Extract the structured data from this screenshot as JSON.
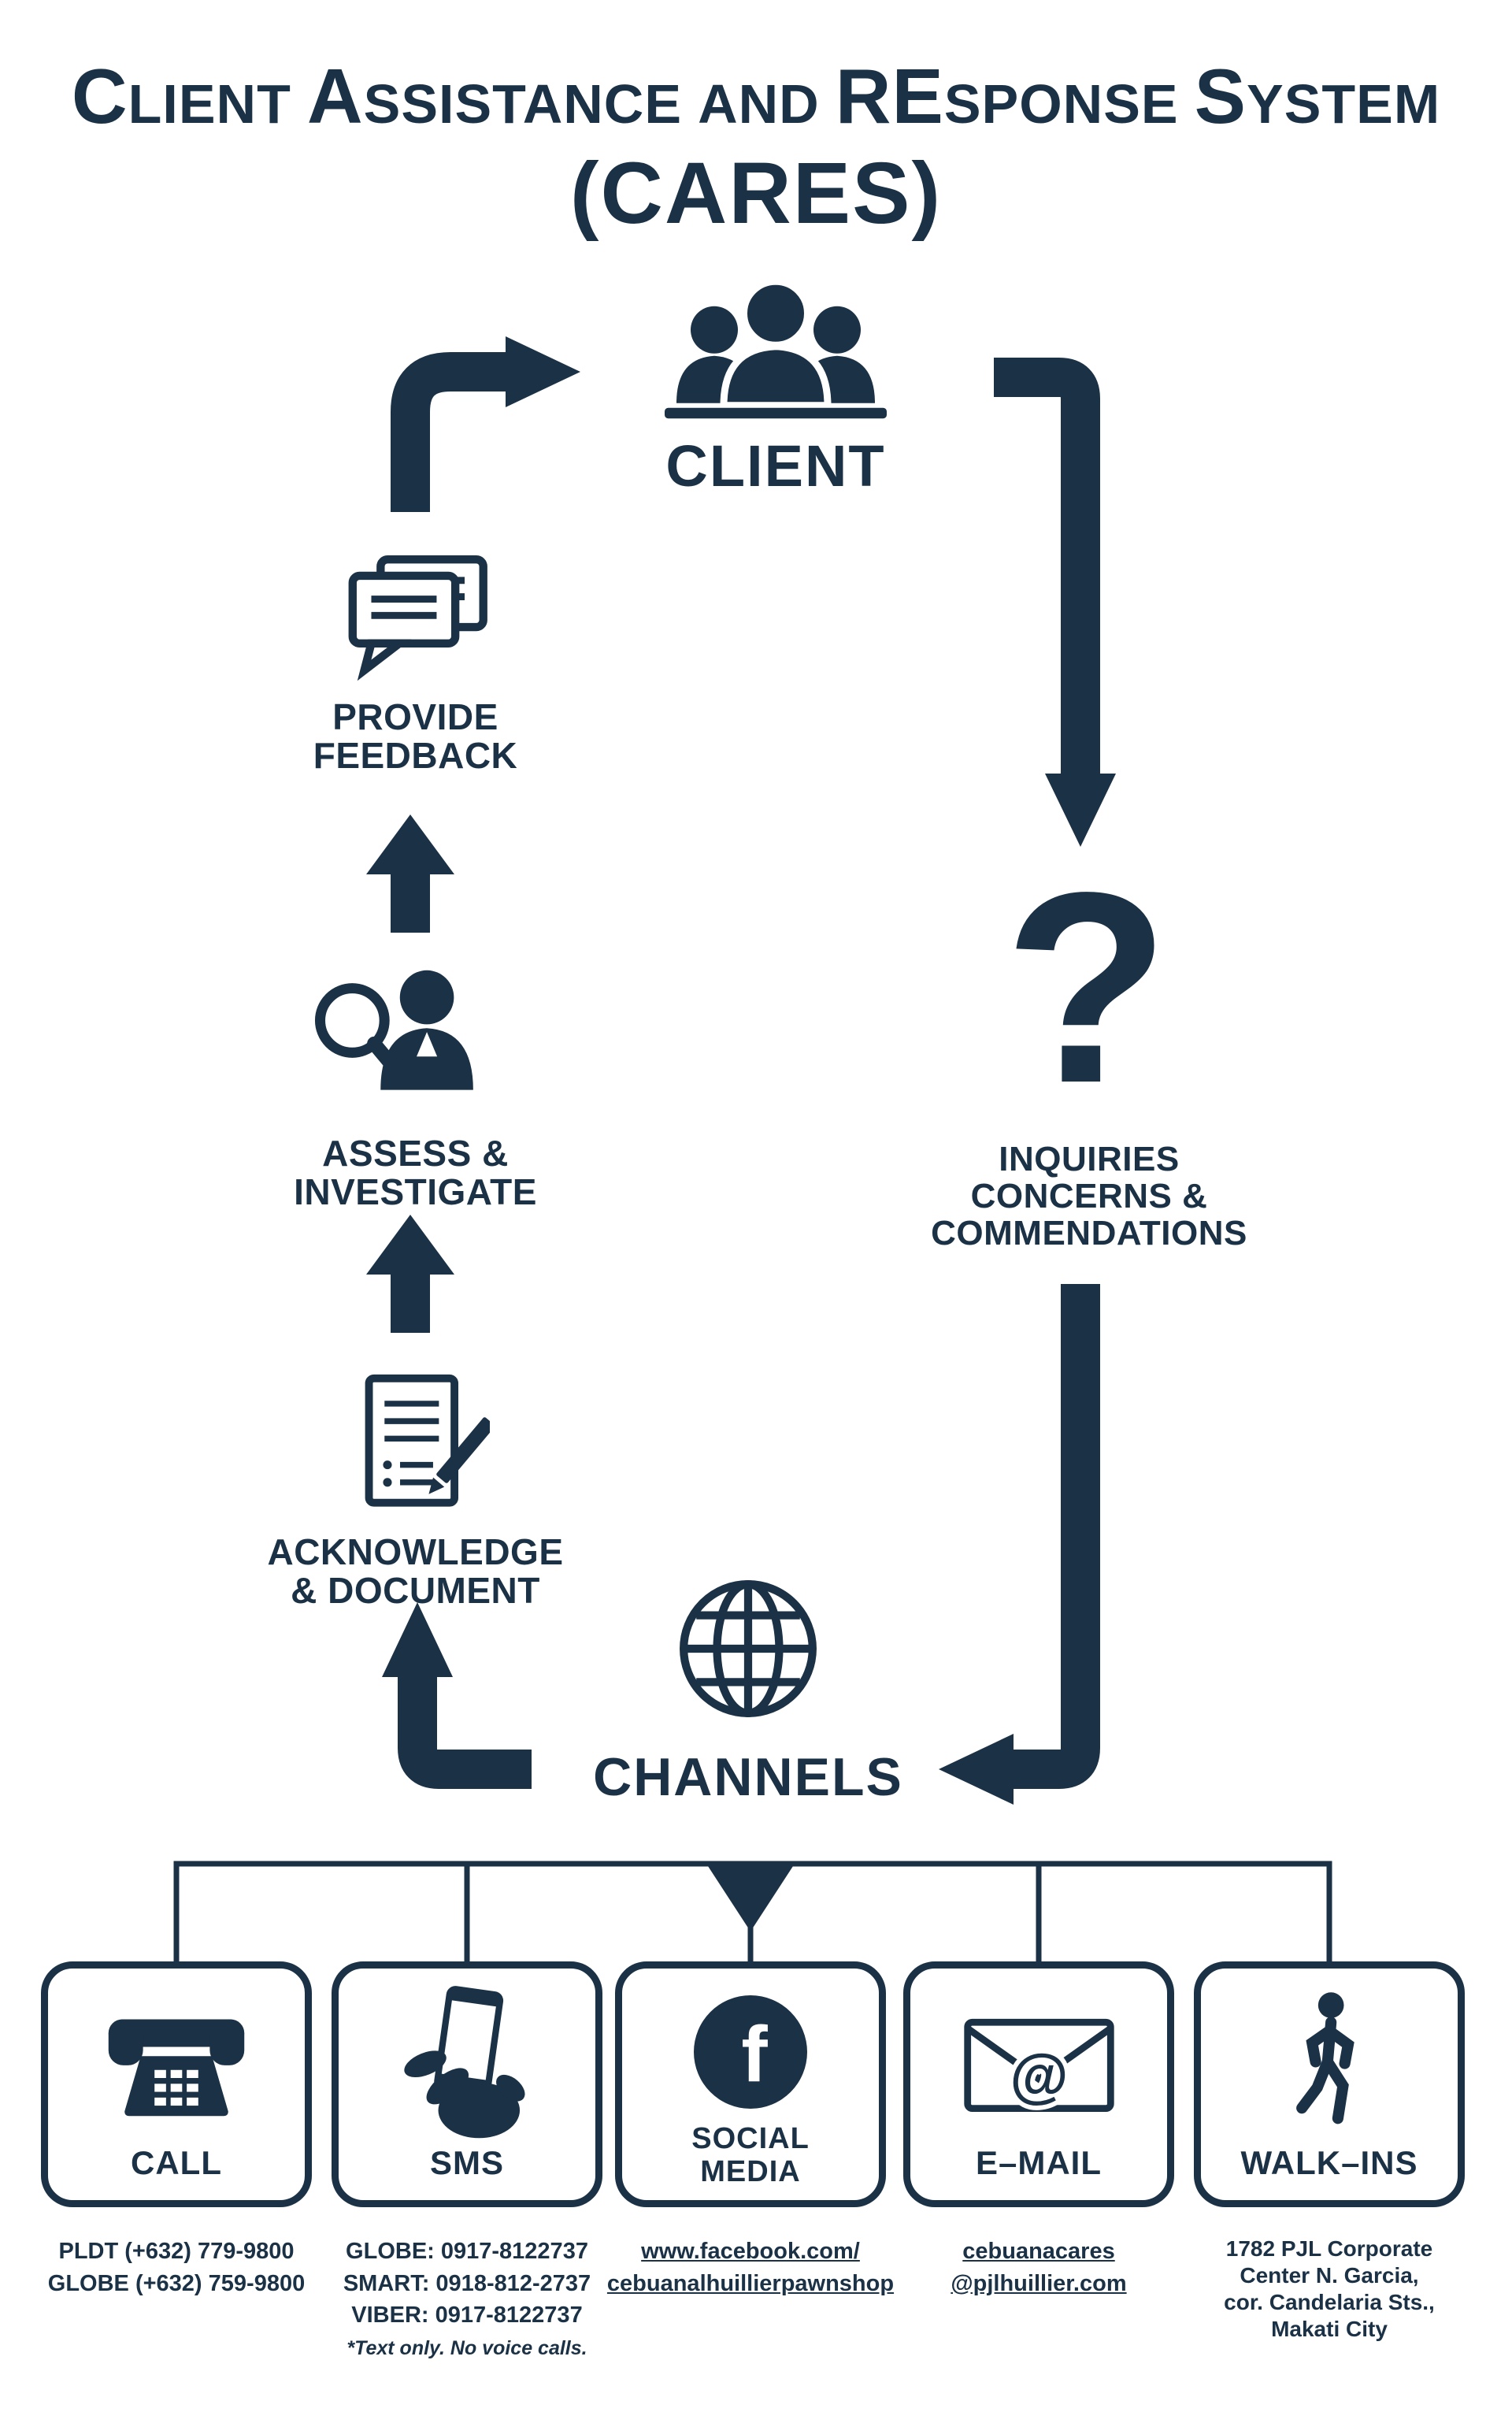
{
  "colors": {
    "primary": "#1b3146",
    "background": "#ffffff"
  },
  "title": {
    "segments": [
      {
        "big": "C",
        "small": "LIENT"
      },
      {
        "big": "A",
        "small": "SSISTANCE"
      },
      {
        "big": "",
        "small": "AND"
      },
      {
        "big": "RE",
        "small": "SPONSE"
      },
      {
        "big": "S",
        "small": "YSTEM"
      }
    ],
    "subtitle": "(CARES)"
  },
  "flow": {
    "client_label": "CLIENT",
    "question_mark": "?",
    "inquiries_lines": [
      "INQUIRIES",
      "CONCERNS &",
      "COMMENDATIONS"
    ],
    "channels_label": "CHANNELS",
    "acknowledge_lines": [
      "ACKNOWLEDGE",
      "& DOCUMENT"
    ],
    "assess_lines": [
      "ASSESS &",
      "INVESTIGATE"
    ],
    "feedback_lines": [
      "PROVIDE",
      "FEEDBACK"
    ]
  },
  "icons": {
    "client": "people-group-icon",
    "feedback": "speech-bubbles-icon",
    "assess": "person-magnifier-icon",
    "acknowledge": "document-pencil-icon",
    "channels": "globe-icon",
    "call": "telephone-icon",
    "sms": "hand-phone-icon",
    "social": "facebook-icon",
    "email": "envelope-at-icon",
    "walkins": "walking-person-icon"
  },
  "channels": [
    {
      "id": "call",
      "label": "CALL",
      "details": [
        "PLDT (+632) 779-9800",
        "GLOBE (+632) 759-9800"
      ]
    },
    {
      "id": "sms",
      "label": "SMS",
      "details": [
        "GLOBE: 0917-8122737",
        "SMART: 0918-812-2737",
        "VIBER: 0917-8122737"
      ],
      "note": "*Text only. No voice calls."
    },
    {
      "id": "social",
      "label_lines": [
        "SOCIAL",
        "MEDIA"
      ],
      "icon_glyph": "f",
      "details": [
        "www.facebook.com/",
        "cebuanalhuillierpawnshop"
      ]
    },
    {
      "id": "email",
      "label": "E–MAIL",
      "icon_glyph": "@",
      "details": [
        "cebuanacares",
        "@pjlhuillier.com"
      ]
    },
    {
      "id": "walkins",
      "label": "WALK–INS",
      "details": [
        "1782 PJL Corporate",
        "Center N. Garcia,",
        "cor. Candelaria Sts.,",
        "Makati City"
      ]
    }
  ]
}
